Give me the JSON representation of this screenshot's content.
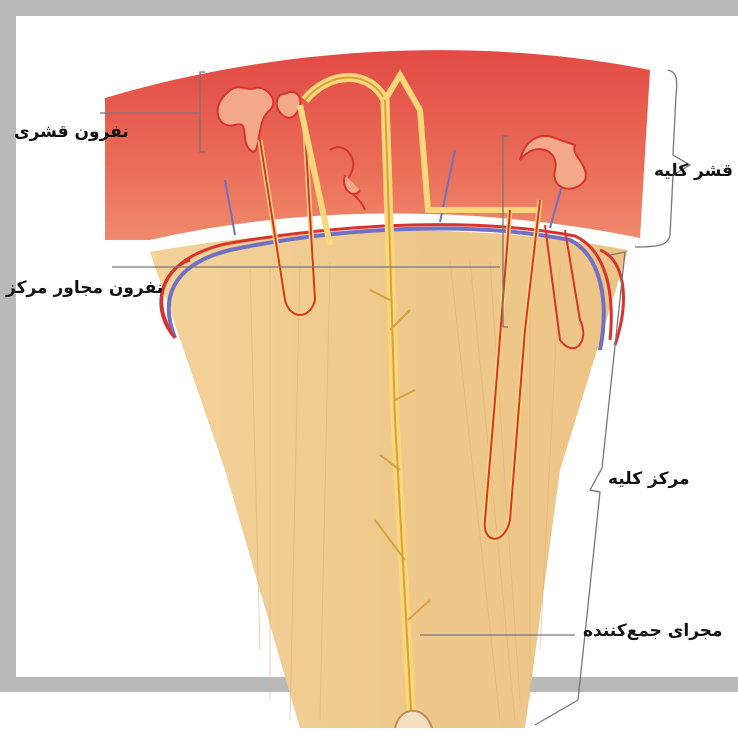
{
  "labels": {
    "cortical_nephron": "نفرون قشری",
    "juxtamedullary_nephron": "نفرون مجاور مرکز",
    "cortex": "قشر کلیه",
    "medulla": "مرکز کلیه",
    "collecting_duct": "مجرای جمع‌کننده"
  },
  "colors": {
    "frame": "#b9b9b9",
    "cortex": "#e0584a",
    "medulla": "#f1cd93",
    "tubule": "#fad77a",
    "vessel_red": "#d8342c",
    "vessel_blue": "#7270c4"
  }
}
